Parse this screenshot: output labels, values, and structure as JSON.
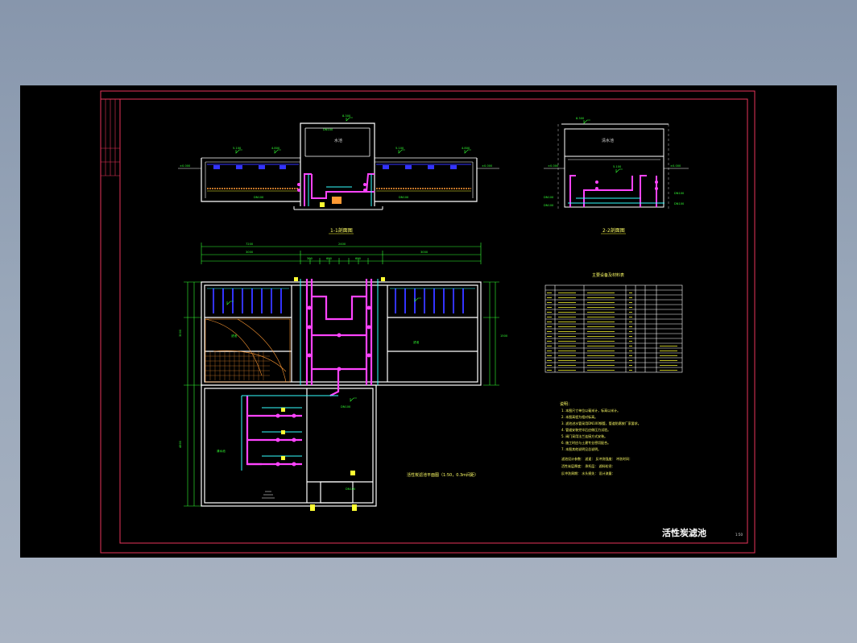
{
  "drawing": {
    "section_1_title": "1-1剖面图",
    "section_2_title": "2-2剖面图",
    "section_1_tank_label": "水池",
    "section_2_tank_label": "清水池",
    "plan_title": "活性炭滤池平面图（1:50，0.3m间距）",
    "table_title": "主要设备及材料表",
    "notes_title": "说明：",
    "notes": [
      "1. 本图尺寸单位以毫米计，标高以米计。",
      "2. 本图高程为相对标高。",
      "3. 滤池进水管采用DN100钢管，管道防腐按厂家要求。",
      "4. 管道安装完毕后应做压力试验。",
      "5. 阀门采用法兰连接方式安装。",
      "6. 施工时应与土建专业密切配合。",
      "7. 本图其他说明见总说明。"
    ],
    "notes_params": [
      "滤池设计参数：    滤速：    反冲洗强度：    冲洗时间：",
      "活性炭层厚度：    承托层：    滤料粒径：",
      "反冲洗周期：    水头损失：    设计流量："
    ],
    "drawing_name": "活性炭滤池",
    "scale": "1:50"
  },
  "colors": {
    "background": "#000000",
    "frame": "#e8345a",
    "walls": "#ffffff",
    "dimensions": "#33ff33",
    "pipes": "#ff44ff",
    "water": "#3333ff",
    "cyan": "#33ffff",
    "yellow": "#ffff33",
    "orange": "#ff9933"
  }
}
